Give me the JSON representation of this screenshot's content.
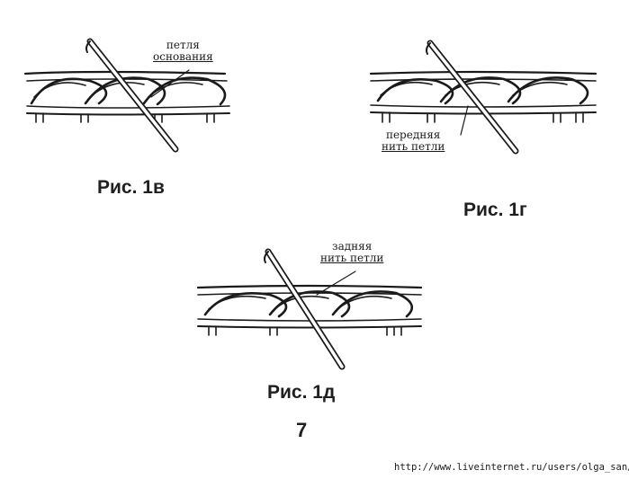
{
  "figures": [
    {
      "caption": "Рис. 1в",
      "label_lines": [
        "петля",
        "основания"
      ]
    },
    {
      "caption": "Рис. 1г",
      "label_lines": [
        "передняя",
        "нить петли"
      ]
    },
    {
      "caption": "Рис. 1д",
      "label_lines": [
        "задняя",
        "нить петли"
      ]
    }
  ],
  "page_number": "7",
  "watermark_url": "http://www.liveinternet.ru/users/olga_san/",
  "colors": {
    "ink": "#1a1a1a",
    "paper": "#ffffff"
  }
}
